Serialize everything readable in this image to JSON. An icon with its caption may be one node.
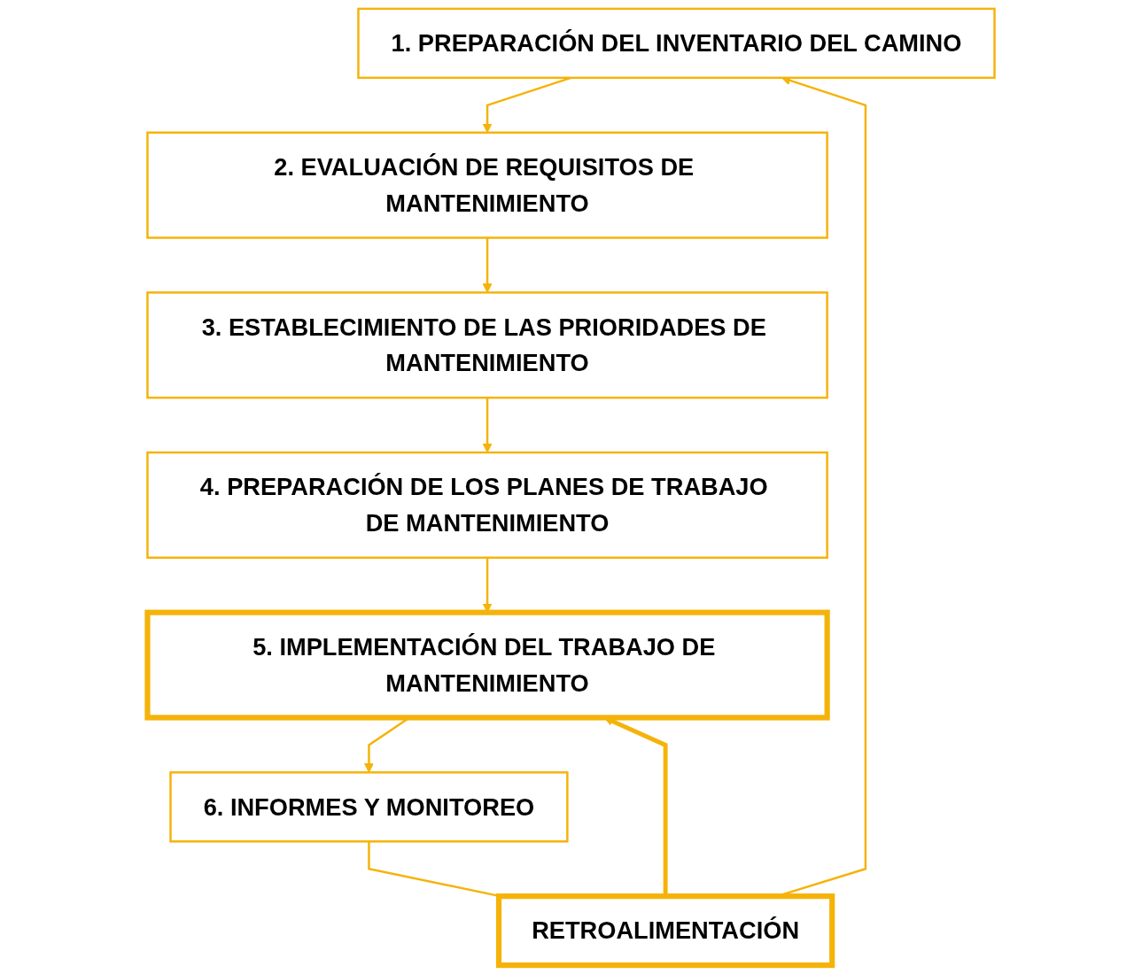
{
  "diagram": {
    "nodes": [
      {
        "text": [
          "1. PREPARACIÓN DEL INVENTARIO DEL CAMINO"
        ]
      },
      {
        "text": [
          "2. EVALUACIÓN DE REQUISITOS DE MANTENIMIENTO"
        ]
      },
      {
        "text": [
          "3. ESTABLECIMIENTO DE LAS PRIORIDADES DE MANTENIMIENTO"
        ]
      },
      {
        "text": [
          "4. PREPARACIÓN DE LOS PLANES DE TRABAJO DE MANTENIMIENTO"
        ]
      },
      {
        "text": [
          "5. IMPLEMENTACIÓN DEL TRABAJO DE MANTENIMIENTO"
        ]
      },
      {
        "text": [
          "6. INFORMES Y MONITOREO"
        ]
      },
      {
        "text": [
          "RETROALIMENTACIÓN"
        ]
      }
    ],
    "edges": [
      {
        "from": 0,
        "to": 1,
        "arrow": "to"
      },
      {
        "from": 1,
        "to": 2,
        "arrow": "to"
      },
      {
        "from": 2,
        "to": 3,
        "arrow": "to"
      },
      {
        "from": 3,
        "to": 4,
        "arrow": "to"
      },
      {
        "from": 4,
        "to": 5,
        "arrow": "to"
      },
      {
        "from": 6,
        "to": 4,
        "arrow": "to",
        "style": "thick"
      },
      {
        "from": 6,
        "to": 0,
        "arrow": "to"
      },
      {
        "from": 5,
        "to": 6,
        "arrow": "none"
      }
    ]
  }
}
